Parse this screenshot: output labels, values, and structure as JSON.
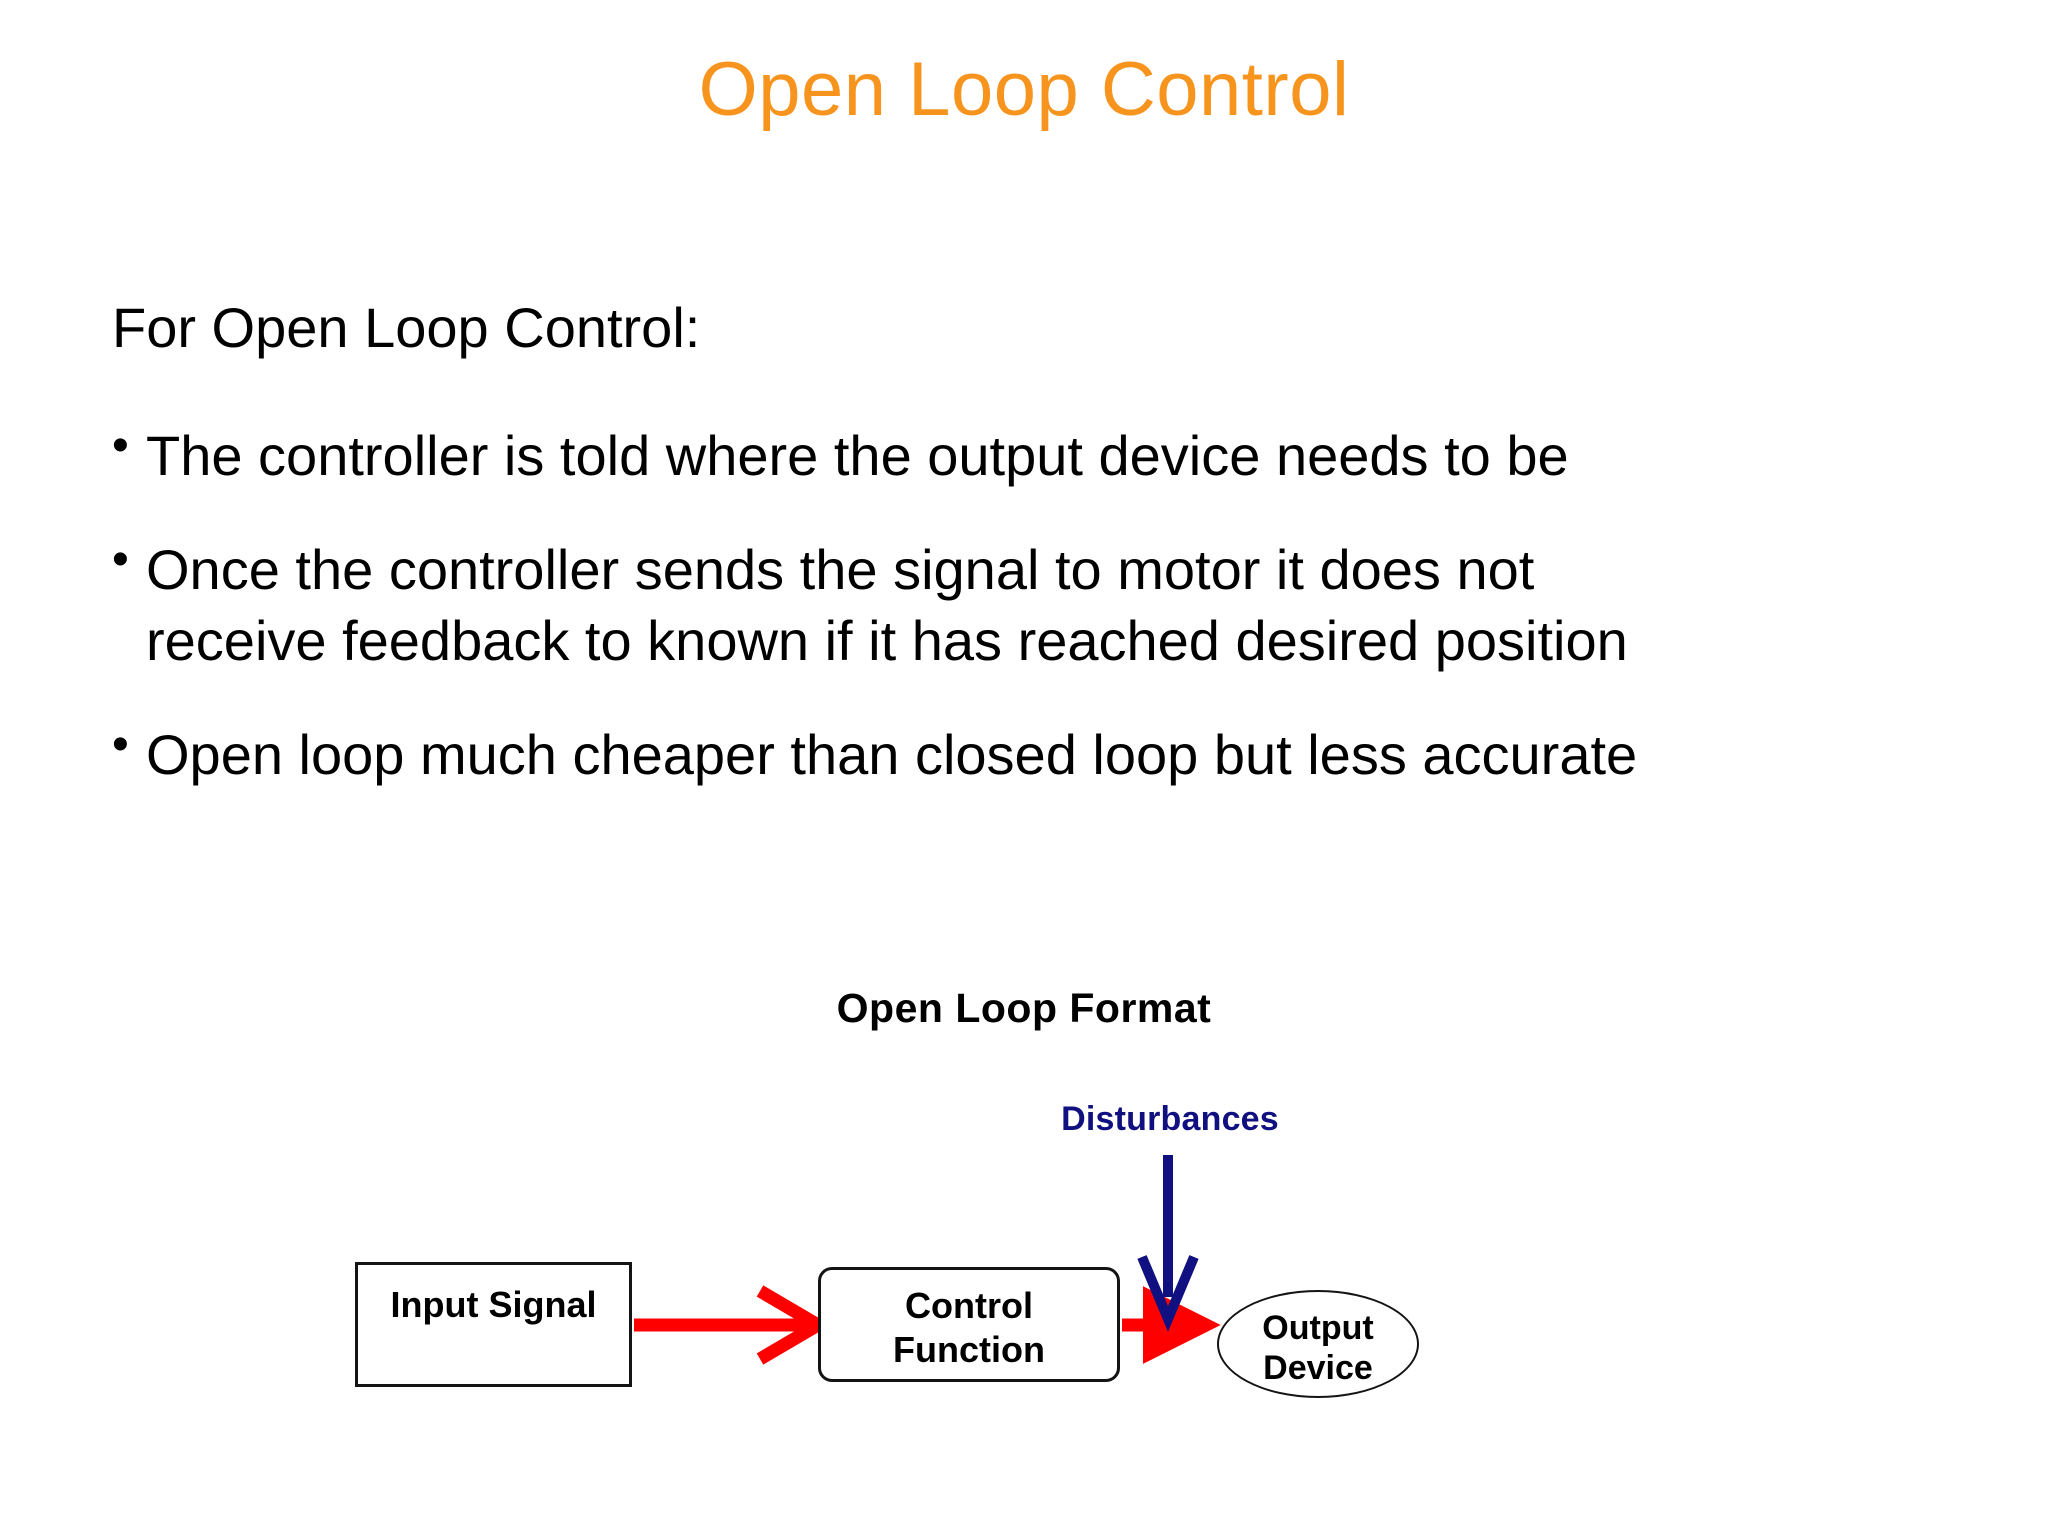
{
  "slide": {
    "title": "Open Loop Control",
    "title_color": "#F7941E",
    "background_color": "#FFFFFF",
    "body_text_color": "#000000"
  },
  "body": {
    "lead_line": "For Open Loop Control:",
    "bullet_char": "•",
    "bullets": [
      {
        "line1": "The controller is told where the output device needs to be",
        "line2": ""
      },
      {
        "line1": "Once the controller sends the signal to motor it does not",
        "line2": "receive feedback to known if it has reached desired position"
      },
      {
        "line1": "Open loop much cheaper than closed loop but less accurate",
        "line2": ""
      }
    ]
  },
  "diagram": {
    "title": "Open Loop Format",
    "disturbances_label": "Disturbances",
    "disturbances_color": "#101080",
    "signal_arrow_color": "#FF0000",
    "node_border_color": "#141414",
    "nodes": [
      {
        "id": "input-signal",
        "label_line1": "Input Signal",
        "label_line2": "",
        "shape": "rectangle"
      },
      {
        "id": "control-function",
        "label_line1": "Control",
        "label_line2": "Function",
        "shape": "rounded-rectangle"
      },
      {
        "id": "output-device",
        "label_line1": "Output",
        "label_line2": "Device",
        "shape": "ellipse"
      }
    ]
  }
}
